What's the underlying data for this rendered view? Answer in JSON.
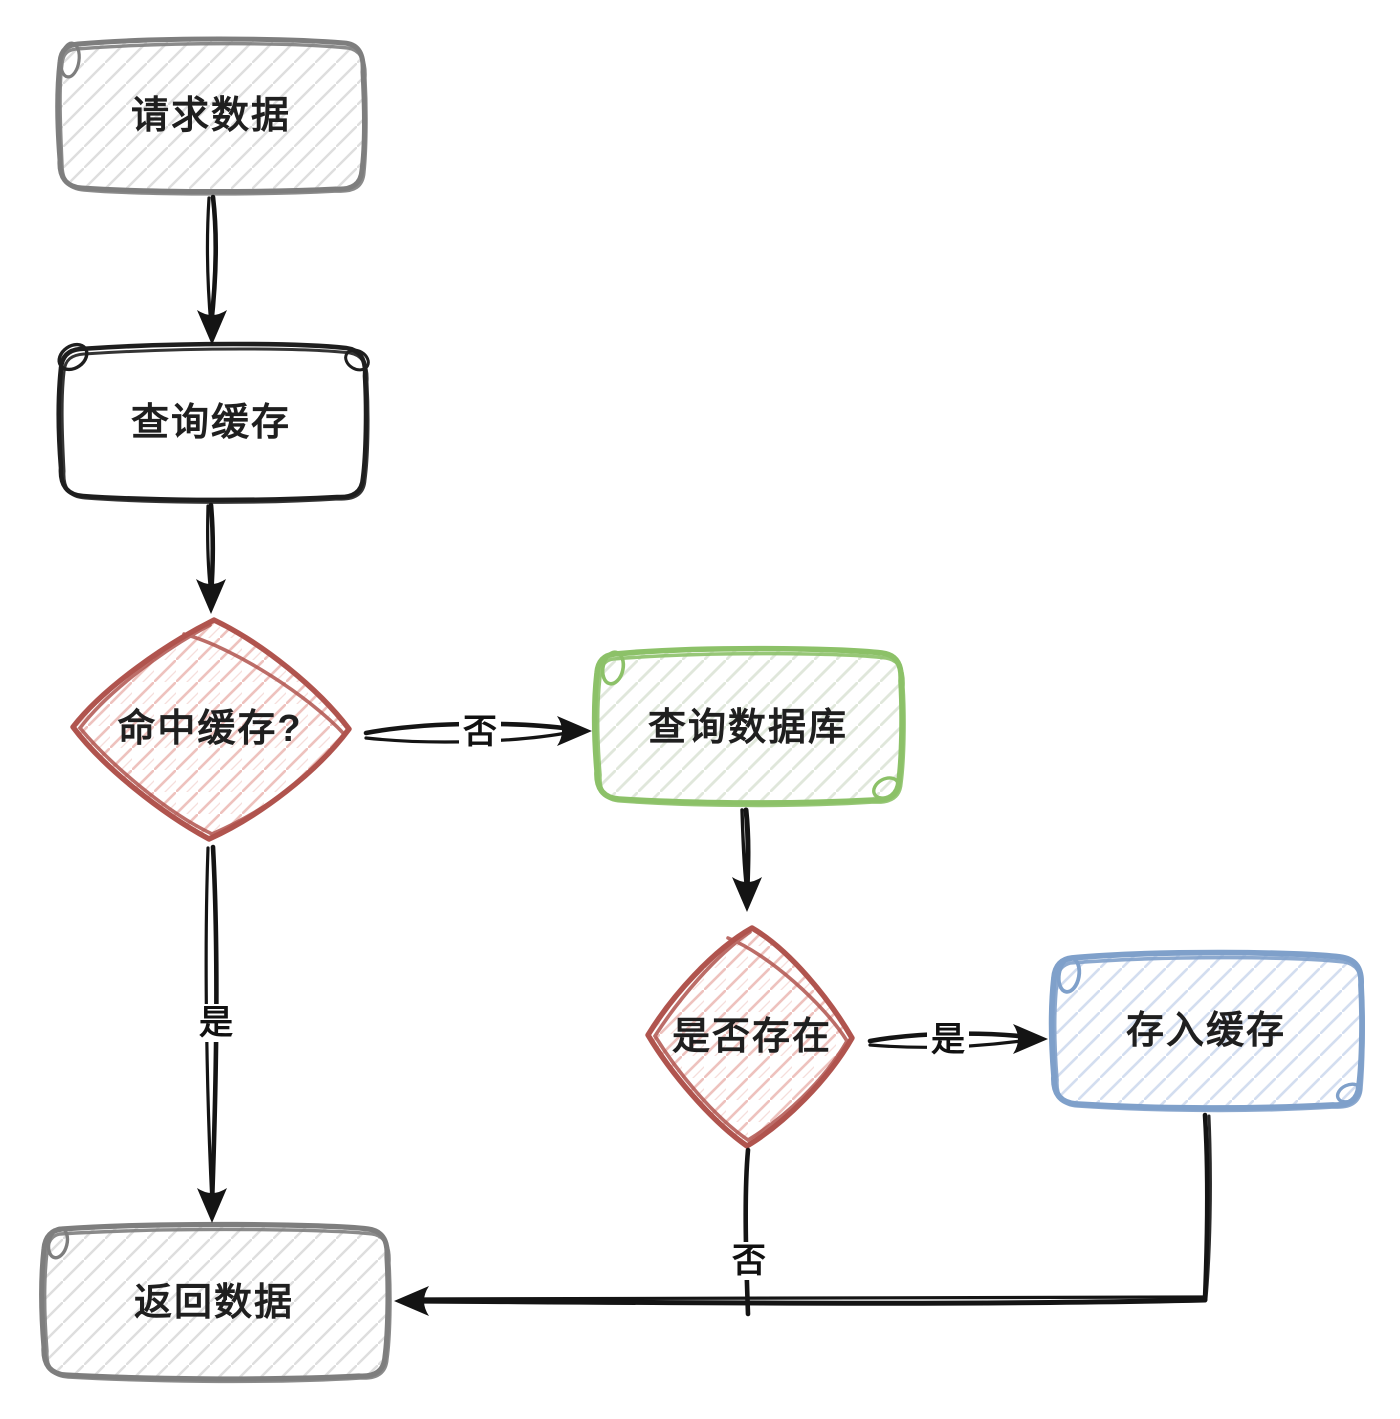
{
  "diagram": {
    "type": "flowchart",
    "style": "hand-drawn-sketch",
    "background": "#ffffff",
    "text_color": "#1f1f1f",
    "arrow_color": "#141414",
    "nodes": [
      {
        "id": "request-data",
        "label": "请求数据",
        "shape": "rectangle",
        "border_color": "#7e7e7e",
        "fill": "hatched-light-gray"
      },
      {
        "id": "query-cache",
        "label": "查询缓存",
        "shape": "rectangle",
        "border_color": "#1e1e1e",
        "fill": "white"
      },
      {
        "id": "cache-hit",
        "label": "命中缓存?",
        "shape": "diamond",
        "border_color": "#b0544e",
        "fill": "hatched-pink"
      },
      {
        "id": "query-database",
        "label": "查询数据库",
        "shape": "rectangle",
        "border_color": "#8cc168",
        "fill": "hatched-light-green"
      },
      {
        "id": "exists",
        "label": "是否存在",
        "shape": "diamond",
        "border_color": "#b0544e",
        "fill": "hatched-pink"
      },
      {
        "id": "store-cache",
        "label": "存入缓存",
        "shape": "rectangle",
        "border_color": "#7fa0ca",
        "fill": "hatched-light-blue"
      },
      {
        "id": "return-data",
        "label": "返回数据",
        "shape": "rectangle",
        "border_color": "#7e7e7e",
        "fill": "hatched-light-gray"
      }
    ],
    "edges": [
      {
        "from": "request-data",
        "to": "query-cache",
        "label": ""
      },
      {
        "from": "query-cache",
        "to": "cache-hit",
        "label": ""
      },
      {
        "from": "cache-hit",
        "to": "query-database",
        "label": "否"
      },
      {
        "from": "query-database",
        "to": "exists",
        "label": ""
      },
      {
        "from": "exists",
        "to": "store-cache",
        "label": "是"
      },
      {
        "from": "cache-hit",
        "to": "return-data",
        "label": "是"
      },
      {
        "from": "exists",
        "to": "return-data",
        "label": "否"
      },
      {
        "from": "store-cache",
        "to": "return-data",
        "label": ""
      }
    ]
  }
}
